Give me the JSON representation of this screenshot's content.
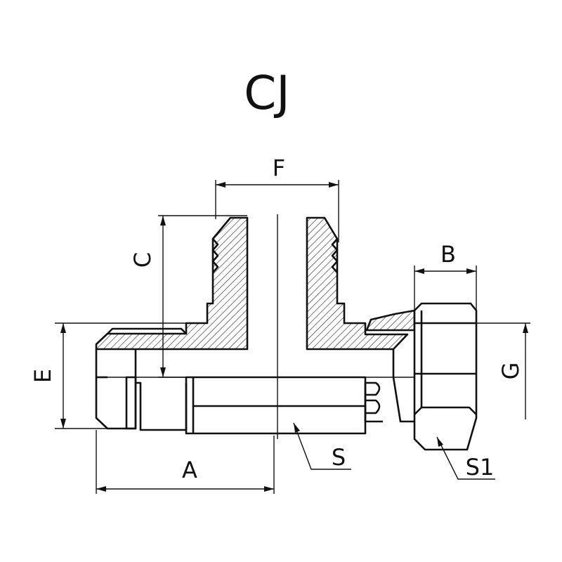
{
  "title": "CJ",
  "labels": {
    "F": "F",
    "C": "C",
    "B": "B",
    "E": "E",
    "G": "G",
    "A": "A",
    "S": "S",
    "S1": "S1"
  },
  "colors": {
    "line": "#111111",
    "background": "#ffffff"
  }
}
